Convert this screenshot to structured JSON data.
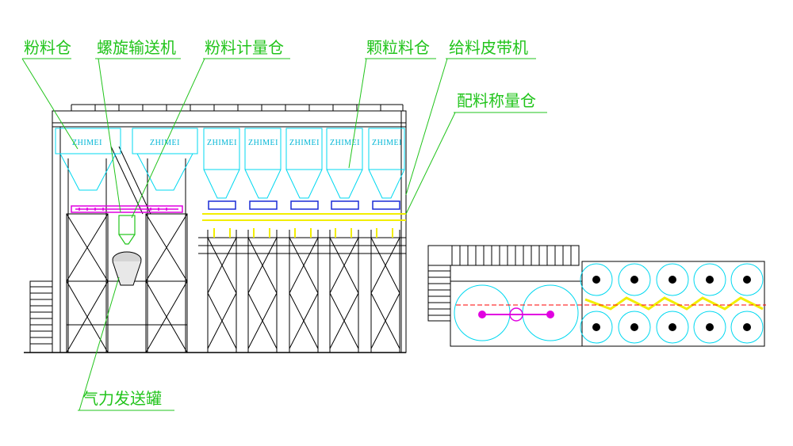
{
  "labels": {
    "powder_silo": "粉料仓",
    "screw_conveyor": "螺旋输送机",
    "powder_weigh_bin": "粉料计量仓",
    "granule_silo": "颗粒料仓",
    "feed_belt": "给料皮带机",
    "batch_weigh_bin": "配料称量仓",
    "pneumatic_tank": "气力发送罐"
  },
  "hopper_brand": "ZHIMEI",
  "colors": {
    "label": "#22c41c",
    "leader": "#22c41c",
    "structure": "#000000",
    "hopper": "#00d8f0",
    "yellow": "#f2ee00",
    "blue": "#1a2bd6",
    "magenta": "#e100e1",
    "red": "#ff0000"
  }
}
